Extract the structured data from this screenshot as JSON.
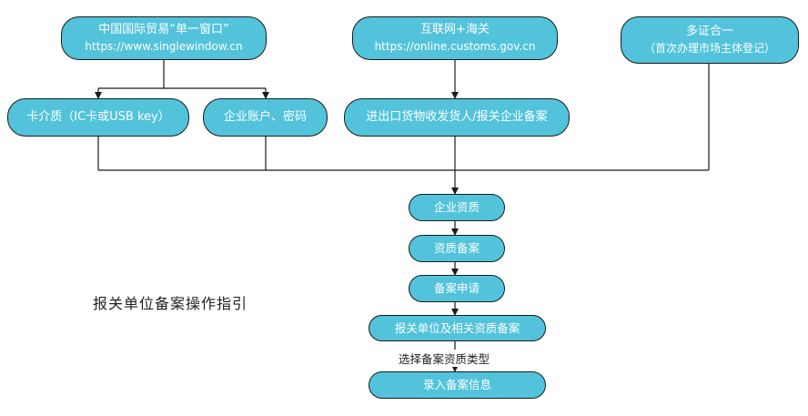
{
  "nodes": {
    "single_window": {
      "title": "中国国际贸易“单一窗口”",
      "url": "https://www.singlewindow.cn"
    },
    "online_customs": {
      "title": "互联网+海关",
      "url": "https://online.customs.gov.cn"
    },
    "multi_cert": {
      "title": "多证合一",
      "note": "（首次办理市场主体登记）"
    },
    "card_medium": {
      "label": "卡介质（IC卡或USB key）"
    },
    "account": {
      "label": "企业账户、密码"
    },
    "enterprise_filing": {
      "label": "进出口货物收发货人/报关企业备案"
    },
    "qualification": {
      "label": "企业资质"
    },
    "qual_filing": {
      "label": "资质备案"
    },
    "filing_apply": {
      "label": "备案申请"
    },
    "unit_filing": {
      "label": "报关单位及相关资质备案"
    },
    "enter_info": {
      "label": "录入备案信息"
    }
  },
  "edge_labels": {
    "select_type": "选择备案资质类型"
  },
  "caption": "报关单位备案操作指引",
  "colors": {
    "node_fill": "#52c3db",
    "node_border": "#1b1b1b",
    "line": "#1b1b1b"
  }
}
